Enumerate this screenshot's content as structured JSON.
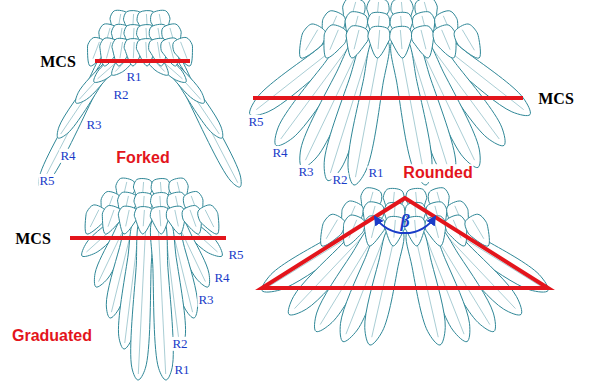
{
  "diagram": {
    "labels": [
      "MCS",
      "R1",
      "R2",
      "R3",
      "R4",
      "R5",
      "Forked",
      "MCS",
      "R5",
      "R4",
      "R3",
      "R2",
      "R1",
      "Rounded",
      "MCS",
      "R5",
      "R4",
      "R3",
      "R2",
      "R1",
      "Graduated",
      "β"
    ]
  }
}
